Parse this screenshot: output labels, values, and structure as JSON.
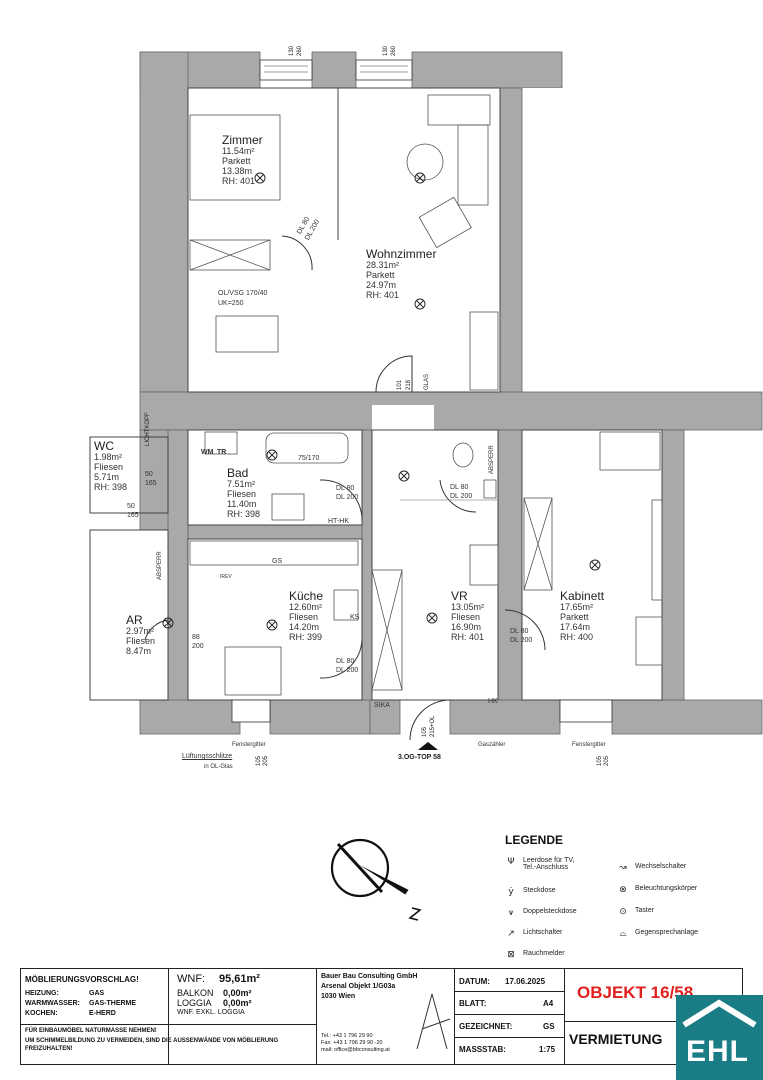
{
  "rooms": [
    {
      "name": "Zimmer",
      "area": "11.54m²",
      "floor": "Parkett",
      "perimeter": "13.38m",
      "height": "RH: 401"
    },
    {
      "name": "Wohnzimmer",
      "area": "28.31m²",
      "floor": "Parkett",
      "perimeter": "24.97m",
      "height": "RH: 401"
    },
    {
      "name": "WC",
      "area": "1.98m²",
      "floor": "Fliesen",
      "perimeter": "5.71m",
      "height": "RH: 398"
    },
    {
      "name": "Bad",
      "area": "7.51m²",
      "floor": "Fliesen",
      "perimeter": "11.40m",
      "height": "RH: 398"
    },
    {
      "name": "Küche",
      "area": "12.60m²",
      "floor": "Fliesen",
      "perimeter": "14.20m",
      "height": "RH: 399"
    },
    {
      "name": "AR",
      "area": "2.97m²",
      "floor": "Fliesen",
      "perimeter": "8.47m",
      "height": ""
    },
    {
      "name": "VR",
      "area": "13.05m²",
      "floor": "Fliesen",
      "perimeter": "16.90m",
      "height": "RH: 401"
    },
    {
      "name": "Kabinett",
      "area": "17.65m²",
      "floor": "Parkett",
      "perimeter": "17.64m",
      "height": "RH: 400"
    }
  ],
  "annotations": {
    "win_top1_a": "130",
    "win_top1_b": "260",
    "win_top2_a": "130",
    "win_top2_b": "260",
    "win_bot1_a": "105",
    "win_bot1_b": "205",
    "win_bot2_a": "105",
    "win_bot2_b": "205",
    "ol_vsg": "OL/VSG 170/40",
    "uk": "UK=250",
    "door_zimmer": "DL 80",
    "door_zimmer_h": "DL 200",
    "door_bad": "DL 80",
    "door_bad_h": "DL 200",
    "door_wc": "DL 80",
    "door_wc_h": "DL 200",
    "door_kueche": "DL 80",
    "door_kueche_h": "DL 200",
    "door_kab": "DL 80",
    "door_kab_h": "DL 200",
    "door_ar_a": "88",
    "door_ar_b": "200",
    "door_wc2_a": "50",
    "door_wc2_b": "165",
    "door_wc3_a": "50",
    "door_wc3_b": "165",
    "door_wohn_a": "101",
    "door_wohn_b": "218",
    "door_wohn_c": "GLAS",
    "entry_a": "105",
    "entry_b": "215+OL",
    "tub": "75/170",
    "ht_hk": "HT-HK",
    "hk": "HK",
    "absperr": "ABSPERR",
    "absperr2": "ABSPERR",
    "lichtkopf": "LICHTKOPF",
    "wm": "WM",
    "tr": "TR",
    "sika": "SIKA",
    "ks": "KS",
    "gs": "GS",
    "ireh": "IREV",
    "fenstergitter1": "Fenstergitter",
    "fenstergitter2": "Fenstergitter",
    "lueftung": "Lüftungsschlitze",
    "lueftung2": "in OL-Glas",
    "gaszaehler": "Gaszähler",
    "objekt_top": "3.OG-TOP 58"
  },
  "legend": {
    "title": "LEGENDE",
    "items": [
      {
        "icon": "tv-outlet-icon",
        "glyph": "Ψ",
        "label": "Leerdose für TV,",
        "label2": "Tel.-Anschluss"
      },
      {
        "icon": "socket-icon",
        "glyph": "ẏ",
        "label": "Steckdose",
        "label2": ""
      },
      {
        "icon": "double-socket-icon",
        "glyph": "⩛",
        "label": "Doppelsteckdose",
        "label2": ""
      },
      {
        "icon": "light-switch-icon",
        "glyph": "↗",
        "label": "Lichtschalter",
        "label2": ""
      },
      {
        "icon": "smoke-detector-icon",
        "glyph": "⊠",
        "label": "Rauchmelder",
        "label2": ""
      },
      {
        "icon": "two-way-switch-icon",
        "glyph": "↝",
        "label": "Wechselschalter",
        "label2": ""
      },
      {
        "icon": "light-fixture-icon",
        "glyph": "⊗",
        "label": "Beleuchtungskörper",
        "label2": ""
      },
      {
        "icon": "button-icon",
        "glyph": "⊙",
        "label": "Taster",
        "label2": ""
      },
      {
        "icon": "intercom-icon",
        "glyph": "⌓",
        "label": "Gegensprechanlage",
        "label2": ""
      }
    ]
  },
  "titleblock": {
    "moebl_title": "MÖBLIERUNGSVORSCHLAG!",
    "heizung_k": "HEIZUNG:",
    "heizung_v": "GAS",
    "ww_k": "WARMWASSER:",
    "ww_v": "GAS-THERME",
    "kochen_k": "KOCHEN:",
    "kochen_v": "E-HERD",
    "wnf_k": "WNF:",
    "wnf_v": "95,61m²",
    "balkon_k": "BALKON",
    "balkon_v": "0,00m²",
    "loggia_k": "LOGGIA",
    "loggia_v": "0,00m²",
    "wnf_excl": "WNF. EXKL. LOGGIA",
    "note1": "FÜR EINBAUMÖBEL NATURMASSE NEHMEN!",
    "note2": "UM SCHIMMELBILDUNG ZU VERMEIDEN, SIND DIE AUSSENWÄNDE VON MÖBLIERUNG",
    "note3": "FREIZUHALTEN!",
    "company1": "Bauer Bau Consulting GmbH",
    "company2": "Arsenal Objekt 1/G03a",
    "company3": "1030 Wien",
    "tel": "Tel.: +43 1 796 29 90",
    "fax": "Fax: +43 1 796 29 90 -20",
    "mail": "mail: office@bbconsulting.at",
    "datum_k": "DATUM:",
    "datum_v": "17.06.2025",
    "blatt_k": "BLATT:",
    "blatt_v": "A4",
    "gez_k": "GEZEICHNET:",
    "gez_v": "GS",
    "mass_k": "MASSSTAB:",
    "mass_v": "1:75",
    "objekt": "OBJEKT 16/58",
    "vermietung": "VERMIETUNG",
    "logo": "EHL"
  },
  "colors": {
    "wall": "#a8a8a8",
    "accent": "#e0201c",
    "brand": "#1a7d86"
  }
}
